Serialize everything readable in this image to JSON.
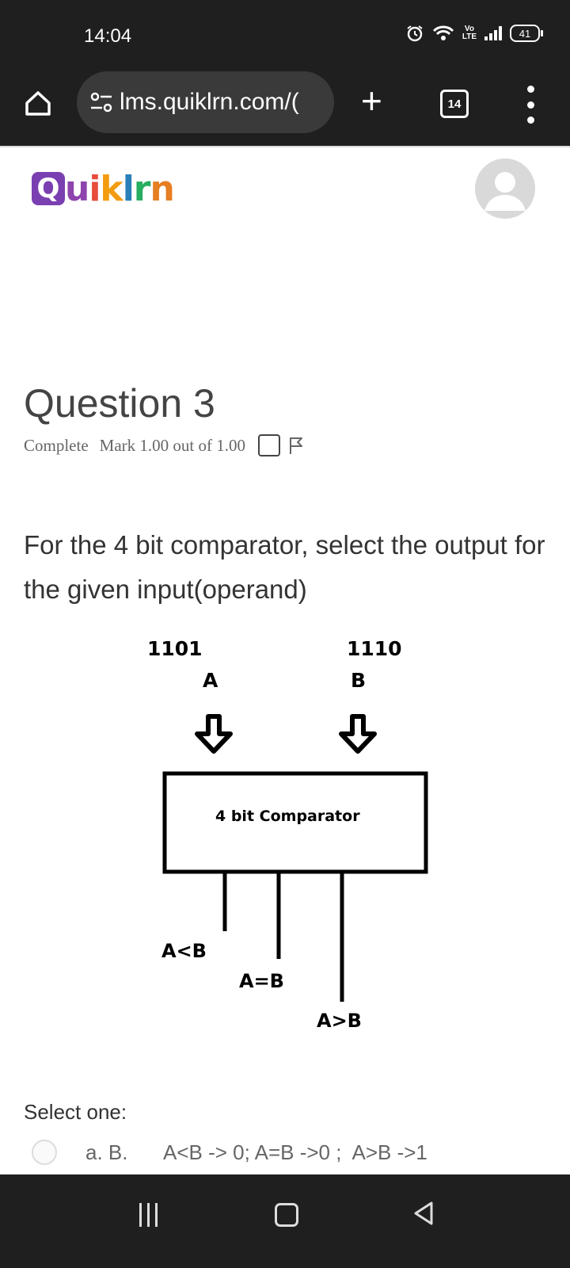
{
  "status_bar": {
    "time": "14:04",
    "volte_top": "Vo",
    "volte_bottom": "LTE",
    "battery": "41"
  },
  "browser": {
    "url": "lms.quiklrn.com/(",
    "tab_count": "14"
  },
  "logo": {
    "q": "Q",
    "u": "u",
    "i": "i",
    "k": "k",
    "l": "l",
    "r": "r",
    "n": "n"
  },
  "question": {
    "title": "Question 3",
    "state": "Complete",
    "mark": "Mark 1.00 out of 1.00",
    "text": "For the 4 bit comparator, select the output for the given input(operand)"
  },
  "diagram": {
    "input_a_value": "1101",
    "input_a_label": "A",
    "input_b_value": "1110",
    "input_b_label": "B",
    "block_label": "4 bit Comparator",
    "out_lt": "A<B",
    "out_eq": "A=B",
    "out_gt": "A>B"
  },
  "answers": {
    "select_label": "Select one:",
    "options": [
      {
        "letter": "a. B.",
        "text": "A<B -> 0; A=B ->0 ;  A>B ->1"
      }
    ]
  }
}
